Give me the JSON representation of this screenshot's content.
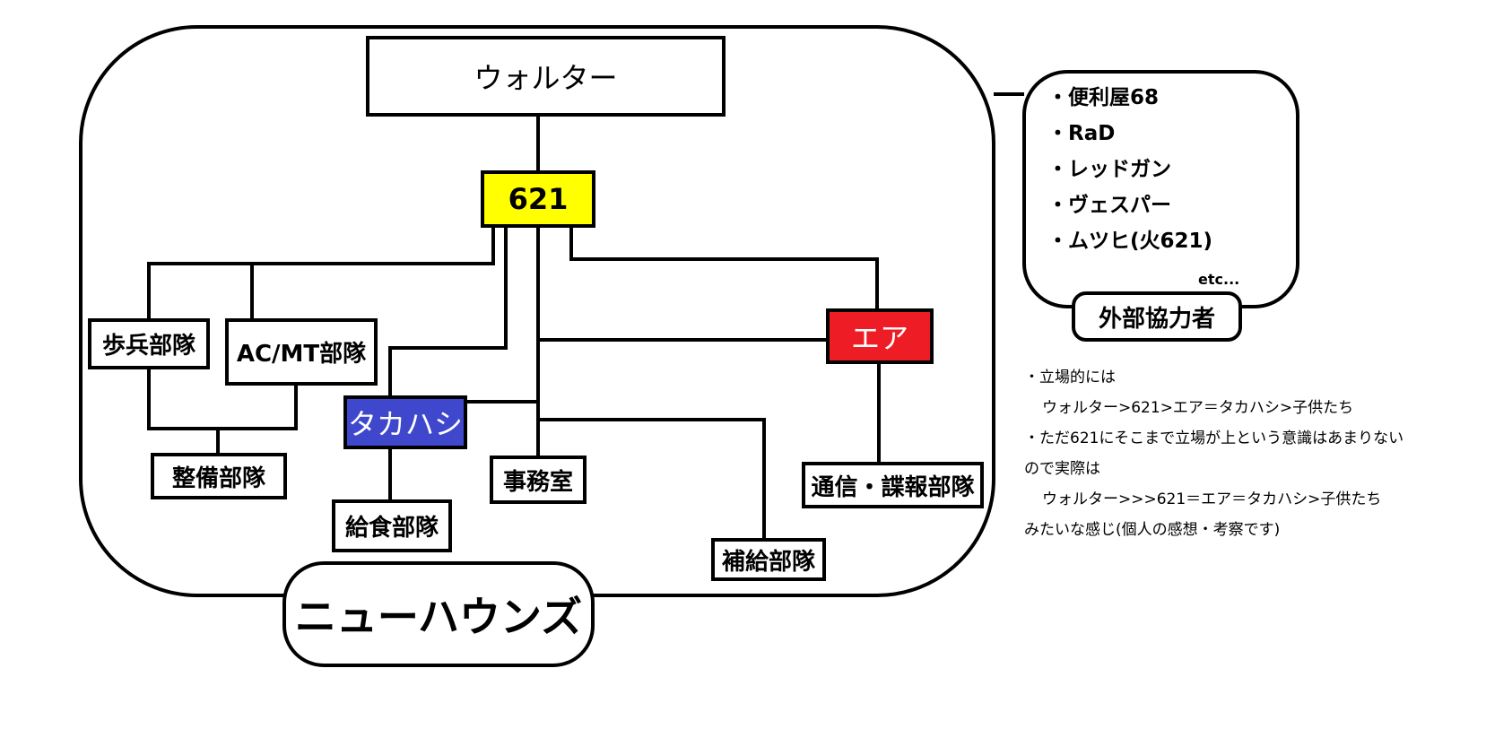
{
  "org": {
    "leader": "ウォルター",
    "commander": "621",
    "deputy_air": "エア",
    "deputy_takahashi": "タカハシ",
    "units": {
      "infantry": "歩兵部隊",
      "ac_mt": "AC/MT部隊",
      "maintenance": "整備部隊",
      "catering": "給食部隊",
      "office": "事務室",
      "supply": "補給部隊",
      "intel": "通信・諜報部隊"
    },
    "organization_name": "ニューハウンズ"
  },
  "external": {
    "title": "外部協力者",
    "members": [
      "・便利屋68",
      "・RaD",
      "・レッドガン",
      "・ヴェスパー",
      "・ムツヒ(火621)"
    ],
    "etc": "etc..."
  },
  "notes": {
    "line1": "・立場的には",
    "line2": "ウォルター>621>エア＝タカハシ>子供たち",
    "line3": "・ただ621にそこまで立場が上という意識はあまりない",
    "line4": "ので実際は",
    "line5": "ウォルター>>>621＝エア＝タカハシ>子供たち",
    "line6": "みたいな感じ(個人の感想・考察です)"
  },
  "colors": {
    "commander_fill": "#ffff00",
    "air_fill": "#ee1c24",
    "takahashi_fill": "#3f48cc",
    "line": "#000000"
  }
}
